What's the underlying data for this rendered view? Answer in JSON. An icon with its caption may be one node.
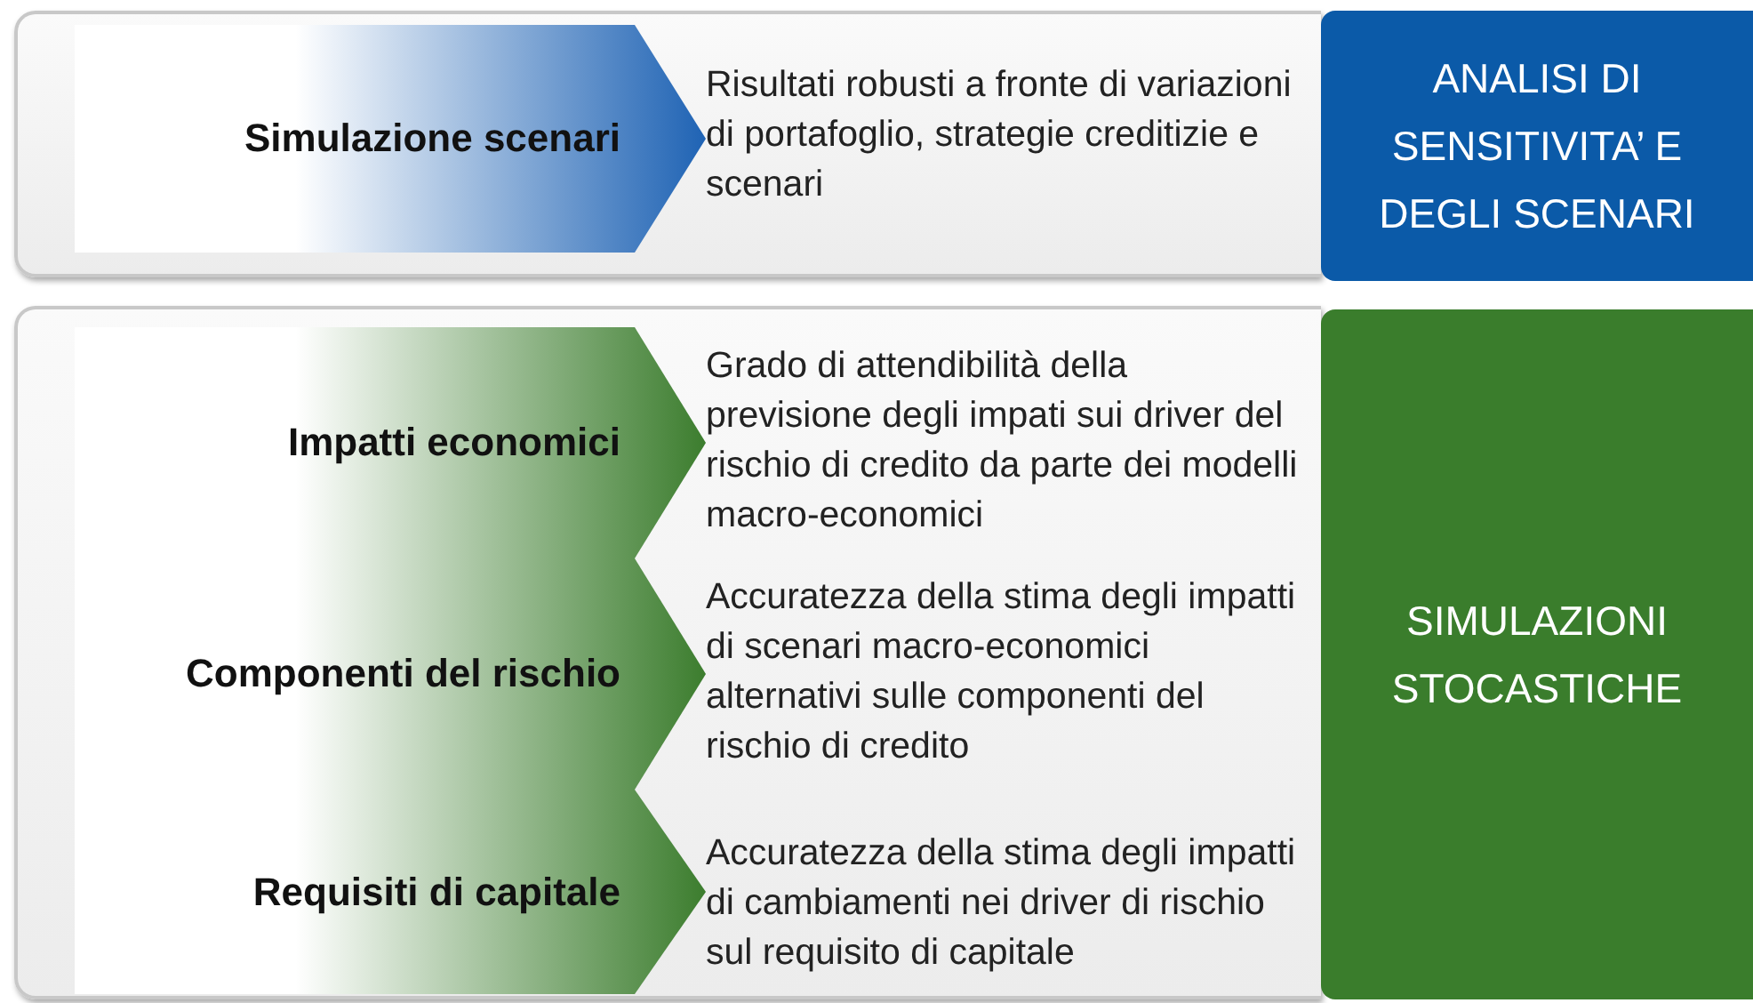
{
  "diagram": {
    "nodes": [
      {
        "text": [],
        "shape": "box"
      },
      {
        "text": [
          "Simulazione scenari"
        ],
        "in": 0
      },
      {
        "text": [
          "ANALISI DI SENSITIVITA’ E DEGLI SCENARI"
        ]
      },
      {
        "text": [],
        "shape": "box"
      },
      {
        "text": [
          "Impatti economici"
        ],
        "in": 3
      },
      {
        "text": [
          "Componenti del rischio"
        ],
        "in": 3
      },
      {
        "text": [
          "Requisiti di capitale"
        ],
        "in": 3
      },
      {
        "text": [
          "SIMULAZIONI STOCASTICHE"
        ]
      }
    ],
    "labels": [
      "Risultati robusti a fronte di variazioni di portafoglio, strategie creditizie e scenari",
      "Grado di attendibilità della previsione degli impati sui driver del rischio di credito da parte dei modelli macro-economici",
      "Accuratezza della stima degli impatti di scenari macro-economici alternativi sulle componenti del rischio di credito",
      "Accuratezza della stima degli impatti di cambiamenti nei driver di rischio sul requisito di capitale"
    ]
  }
}
